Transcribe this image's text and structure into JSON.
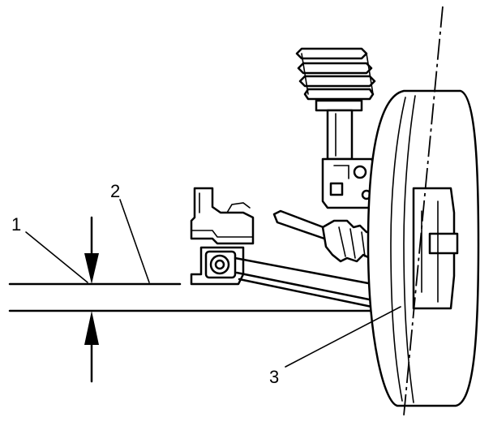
{
  "callouts": {
    "c1": "1",
    "c2": "2",
    "c3": "3"
  },
  "colors": {
    "ink": "#000000",
    "background": "#ffffff"
  }
}
